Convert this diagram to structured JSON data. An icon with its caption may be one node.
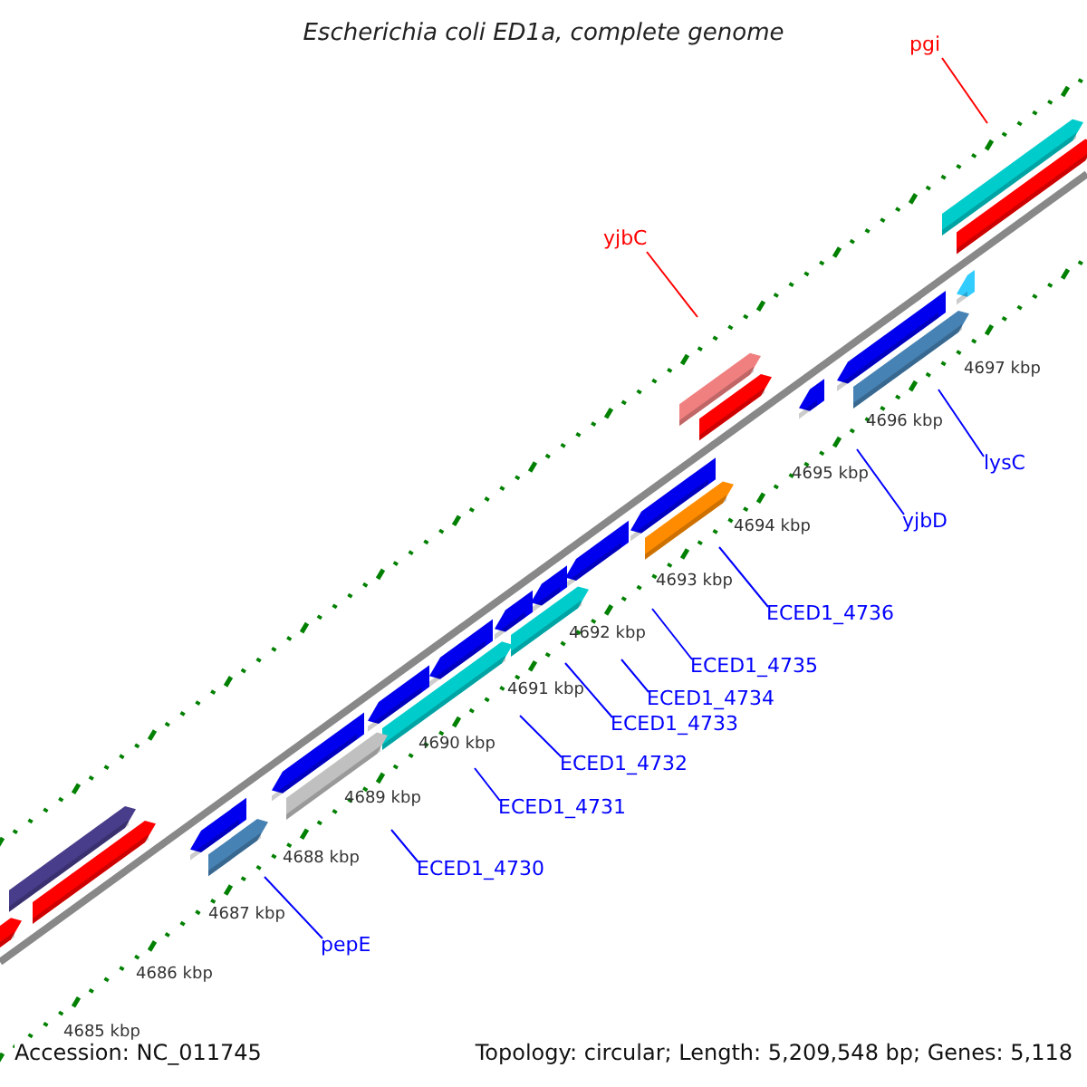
{
  "diagram": {
    "title": "Escherichia coli ED1a, complete genome",
    "nodes": [
      {
        "text": [
          "pgi"
        ]
      },
      {
        "text": [
          "yjbC"
        ]
      },
      {
        "text": [
          "lysC"
        ]
      },
      {
        "text": [
          "yjbD"
        ]
      },
      {
        "text": [
          "ECED1_4736"
        ]
      },
      {
        "text": [
          "ECED1_4735"
        ]
      },
      {
        "text": [
          "ECED1_4734"
        ]
      },
      {
        "text": [
          "ECED1_4733"
        ]
      },
      {
        "text": [
          "ECED1_4732"
        ]
      },
      {
        "text": [
          "ECED1_4731"
        ]
      },
      {
        "text": [
          "ECED1_4730"
        ]
      },
      {
        "text": [
          "pepE"
        ]
      }
    ],
    "edges": [
      {
        "from": 0,
        "to": null,
        "arrow": "none",
        "color": "#ff0000"
      },
      {
        "from": 1,
        "to": null,
        "arrow": "none",
        "color": "#ff0000"
      },
      {
        "from": 2,
        "to": null,
        "arrow": "none"
      },
      {
        "from": 3,
        "to": null,
        "arrow": "none"
      },
      {
        "from": 4,
        "to": null,
        "arrow": "none"
      },
      {
        "from": 5,
        "to": null,
        "arrow": "none"
      },
      {
        "from": 6,
        "to": null,
        "arrow": "none"
      },
      {
        "from": 7,
        "to": null,
        "arrow": "none"
      },
      {
        "from": 8,
        "to": null,
        "arrow": "none"
      },
      {
        "from": 9,
        "to": null,
        "arrow": "none"
      },
      {
        "from": 10,
        "to": null,
        "arrow": "none"
      },
      {
        "from": 11,
        "to": null,
        "arrow": "none"
      }
    ],
    "labels": [
      "4697 kbp",
      "4696 kbp",
      "4695 kbp",
      "4694 kbp",
      "4693 kbp",
      "4692 kbp",
      "4691 kbp",
      "4690 kbp",
      "4689 kbp",
      "4688 kbp",
      "4687 kbp",
      "4686 kbp",
      "4685 kbp",
      "Accession: NC_011745",
      "Topology: circular; Length: 5,209,548 bp; Genes: 5,118"
    ]
  }
}
